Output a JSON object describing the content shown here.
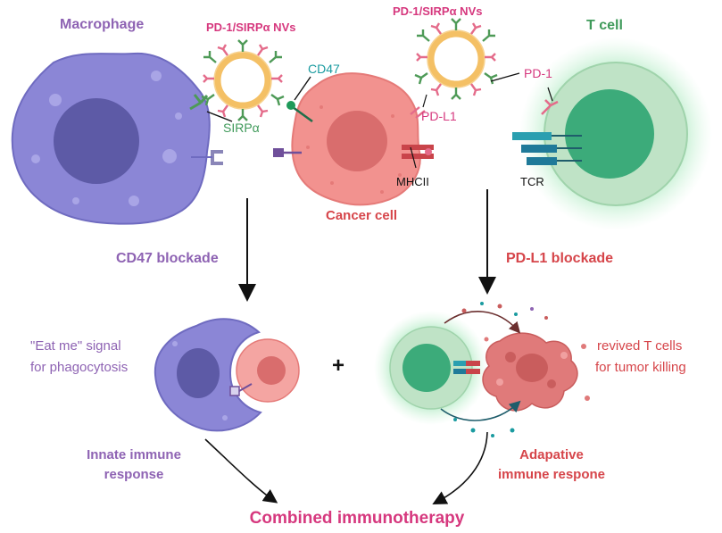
{
  "labels": {
    "macrophage": "Macrophage",
    "nv_left": "PD-1/SIRPα NVs",
    "nv_right": "PD-1/SIRPα NVs",
    "t_cell": "T cell",
    "cd47": "CD47",
    "sirpa": "SIRPα",
    "pd1": "PD-1",
    "pdl1": "PD-L1",
    "mhcii": "MHCII",
    "tcr": "TCR",
    "cancer_cell": "Cancer cell",
    "cd47_blockade": "CD47 blockade",
    "pdl1_blockade": "PD-L1 blockade",
    "eat_me_1": "\"Eat me\" signal",
    "eat_me_2": "for phagocytosis",
    "plus": "+",
    "revived_1": "revived T cells",
    "revived_2": "for tumor killing",
    "innate_1": "Innate immune",
    "innate_2": "response",
    "adaptive_1": "Adapative",
    "adaptive_2": "immune respone",
    "combined": "Combined immunotherapy"
  },
  "colors": {
    "purple_label": "#8e63b3",
    "magenta_label": "#d6387e",
    "green_label": "#3f9a5a",
    "teal_label": "#1a9ba0",
    "red_label": "#d6454a",
    "macrophage_fill": "#8b86d6",
    "macrophage_nucleus": "#5d5aa6",
    "cancer_fill": "#f2928f",
    "cancer_nucleus": "#d96d6d",
    "tcell_outer": "#bfe3c6",
    "tcell_inner": "#3cab7a",
    "nv_ring": "#f4c065"
  }
}
